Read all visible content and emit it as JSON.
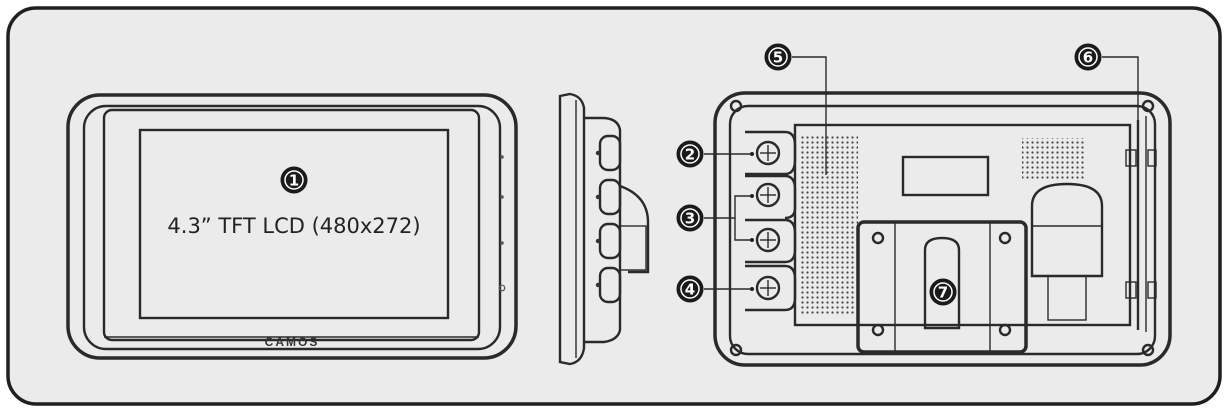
{
  "screen_label": "4.3” TFT LCD (480x272)",
  "brand": "CAMOS",
  "callouts": [
    "1",
    "2",
    "3",
    "4",
    "5",
    "6",
    "7"
  ],
  "colors": {
    "frame_bg": "#ebebeb",
    "lcd_fill": "#d4d4d4",
    "line": "#2a2a2a"
  }
}
